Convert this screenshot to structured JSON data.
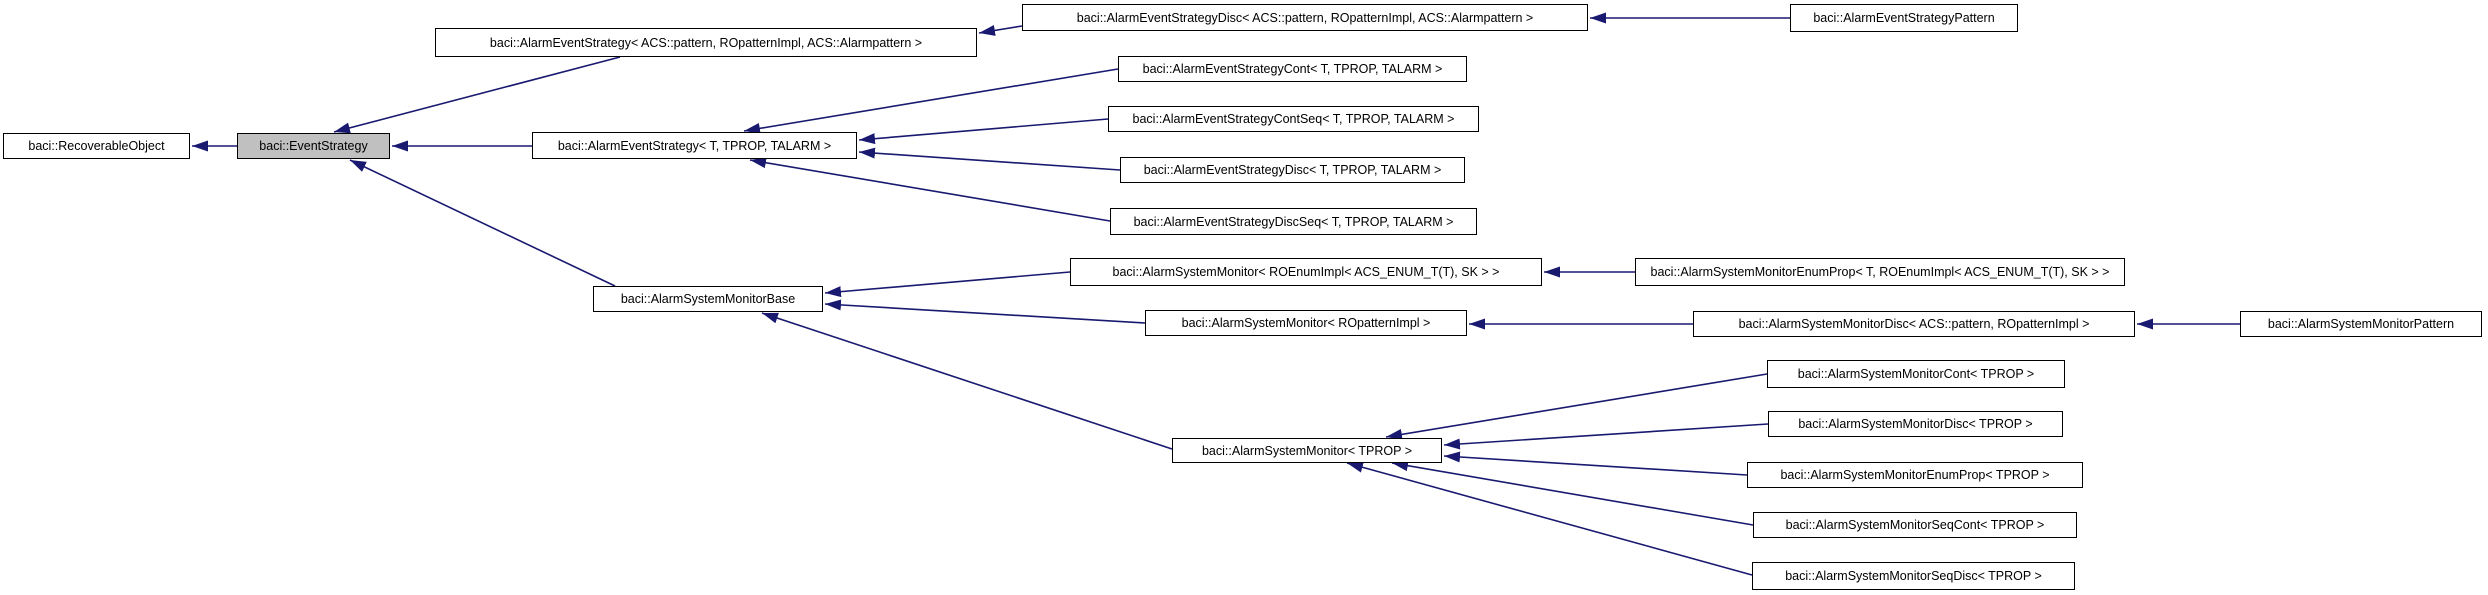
{
  "diagram": {
    "type": "class-inheritance-graph",
    "tool": "doxygen-style collaboration/inheritance diagram",
    "highlighted_node": "baci::EventStrategy",
    "colors": {
      "edge": "#191970",
      "node_background": "#ffffff",
      "node_border": "#000000",
      "highlight_background": "#c0c0c0",
      "text": "#000000",
      "page_background": "#ffffff"
    }
  },
  "nodes": [
    {
      "id": "n0",
      "label": "baci::RecoverableObject"
    },
    {
      "id": "n1",
      "label": "baci::EventStrategy"
    },
    {
      "id": "n2",
      "label": "baci::AlarmEventStrategy< ACS::pattern, ROpatternImpl, ACS::Alarmpattern >"
    },
    {
      "id": "n3",
      "label": "baci::AlarmEventStrategy< T, TPROP, TALARM >"
    },
    {
      "id": "n4",
      "label": "baci::AlarmEventStrategyDisc< ACS::pattern, ROpatternImpl, ACS::Alarmpattern >"
    },
    {
      "id": "n5",
      "label": "baci::AlarmEventStrategyPattern"
    },
    {
      "id": "n6",
      "label": "baci::AlarmEventStrategyCont< T, TPROP, TALARM >"
    },
    {
      "id": "n7",
      "label": "baci::AlarmEventStrategyContSeq< T, TPROP, TALARM >"
    },
    {
      "id": "n8",
      "label": "baci::AlarmEventStrategyDisc< T, TPROP, TALARM >"
    },
    {
      "id": "n9",
      "label": "baci::AlarmEventStrategyDiscSeq< T, TPROP, TALARM >"
    },
    {
      "id": "n10",
      "label": "baci::AlarmSystemMonitorBase"
    },
    {
      "id": "n11",
      "label": "baci::AlarmSystemMonitor< ROEnumImpl< ACS_ENUM_T(T), SK > >"
    },
    {
      "id": "n12",
      "label": "baci::AlarmSystemMonitorEnumProp< T, ROEnumImpl< ACS_ENUM_T(T), SK > >"
    },
    {
      "id": "n13",
      "label": "baci::AlarmSystemMonitor< ROpatternImpl >"
    },
    {
      "id": "n14",
      "label": "baci::AlarmSystemMonitorDisc< ACS::pattern, ROpatternImpl >"
    },
    {
      "id": "n15",
      "label": "baci::AlarmSystemMonitorPattern"
    },
    {
      "id": "n16",
      "label": "baci::AlarmSystemMonitor< TPROP >"
    },
    {
      "id": "n17",
      "label": "baci::AlarmSystemMonitorCont< TPROP >"
    },
    {
      "id": "n18",
      "label": "baci::AlarmSystemMonitorDisc< TPROP >"
    },
    {
      "id": "n19",
      "label": "baci::AlarmSystemMonitorEnumProp< TPROP >"
    },
    {
      "id": "n20",
      "label": "baci::AlarmSystemMonitorSeqCont< TPROP >"
    },
    {
      "id": "n21",
      "label": "baci::AlarmSystemMonitorSeqDisc< TPROP >"
    }
  ],
  "edges": [
    {
      "from": "n1",
      "to": "n0",
      "relation": "inherits"
    },
    {
      "from": "n2",
      "to": "n1",
      "relation": "inherits"
    },
    {
      "from": "n3",
      "to": "n1",
      "relation": "inherits"
    },
    {
      "from": "n10",
      "to": "n1",
      "relation": "inherits"
    },
    {
      "from": "n4",
      "to": "n2",
      "relation": "inherits"
    },
    {
      "from": "n5",
      "to": "n4",
      "relation": "inherits"
    },
    {
      "from": "n6",
      "to": "n3",
      "relation": "inherits"
    },
    {
      "from": "n7",
      "to": "n3",
      "relation": "inherits"
    },
    {
      "from": "n8",
      "to": "n3",
      "relation": "inherits"
    },
    {
      "from": "n9",
      "to": "n3",
      "relation": "inherits"
    },
    {
      "from": "n11",
      "to": "n10",
      "relation": "inherits"
    },
    {
      "from": "n13",
      "to": "n10",
      "relation": "inherits"
    },
    {
      "from": "n16",
      "to": "n10",
      "relation": "inherits"
    },
    {
      "from": "n12",
      "to": "n11",
      "relation": "inherits"
    },
    {
      "from": "n14",
      "to": "n13",
      "relation": "inherits"
    },
    {
      "from": "n15",
      "to": "n14",
      "relation": "inherits"
    },
    {
      "from": "n17",
      "to": "n16",
      "relation": "inherits"
    },
    {
      "from": "n18",
      "to": "n16",
      "relation": "inherits"
    },
    {
      "from": "n19",
      "to": "n16",
      "relation": "inherits"
    },
    {
      "from": "n20",
      "to": "n16",
      "relation": "inherits"
    },
    {
      "from": "n21",
      "to": "n16",
      "relation": "inherits"
    }
  ]
}
